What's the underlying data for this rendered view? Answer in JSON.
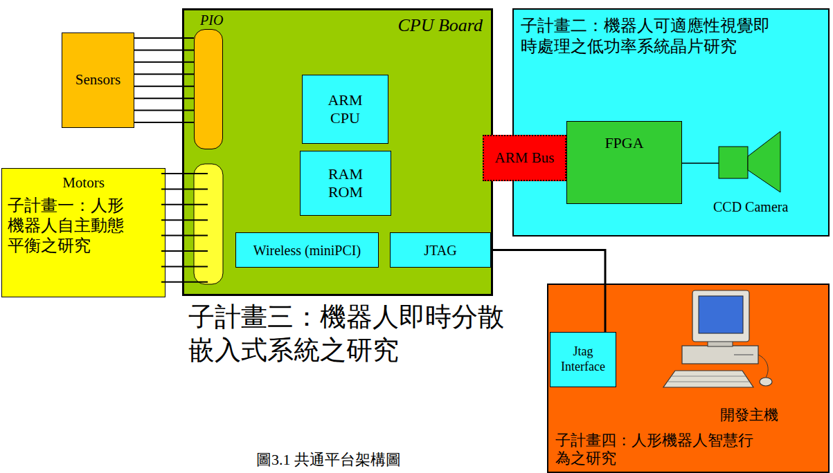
{
  "diagram": {
    "caption": "圖3.1 共通平台架構圖",
    "nodes": [
      {
        "text": [
          "Sensors"
        ]
      },
      {
        "text": [
          "CPU Board",
          "子計畫三：機器人即時分散嵌入式系統之研究"
        ]
      },
      {
        "text": [
          "PIO"
        ],
        "in": 1
      },
      {
        "text": [
          "ARM CPU"
        ],
        "in": 1
      },
      {
        "text": [
          "RAM ROM"
        ],
        "in": 1
      },
      {
        "text": [
          "Wireless (miniPCI)"
        ],
        "in": 1
      },
      {
        "text": [
          "JTAG"
        ],
        "in": 1
      },
      {
        "text": [
          "子計畫二：機器人可適應性視覺即時處理之低功率系統晶片研究"
        ]
      },
      {
        "text": [
          "FPGA"
        ],
        "in": 7
      },
      {
        "text": [
          "ARM Bus"
        ]
      },
      {
        "text": [
          "Motors",
          "子計畫一：人形機器人自主動態平衡之研究"
        ]
      },
      {
        "text": [
          "子計畫四：人形機器人智慧行為之研究"
        ]
      },
      {
        "text": [
          "Jtag Interface"
        ],
        "in": 11
      }
    ],
    "edges": [
      {
        "from": 0,
        "to": 2,
        "arrow": "none"
      },
      {
        "from": 6,
        "to": 12,
        "arrow": "none"
      }
    ],
    "labels": [
      "CCD Camera",
      "開發主機"
    ]
  }
}
